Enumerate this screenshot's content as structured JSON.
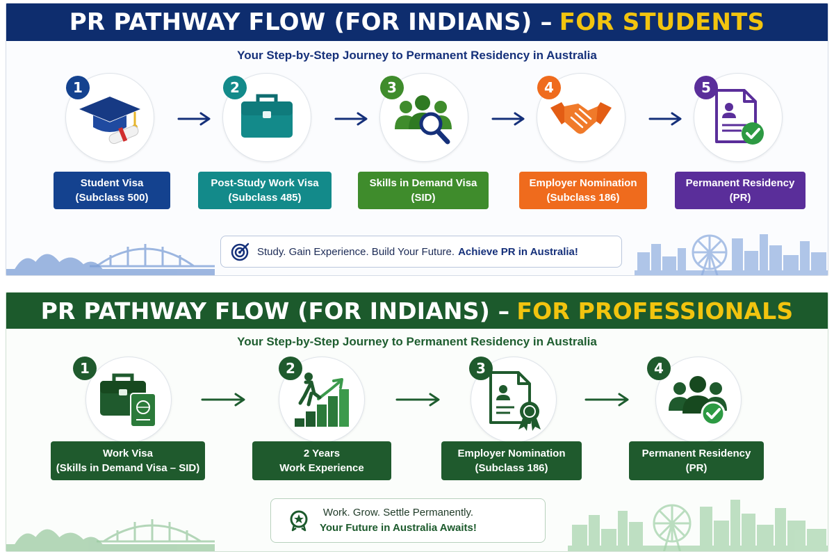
{
  "students": {
    "title_main": "PR PATHWAY FLOW (FOR INDIANS) –",
    "title_highlight": "FOR STUDENTS",
    "subtitle": "Your Step-by-Step Journey to Permanent Residency in Australia",
    "steps": [
      {
        "number": "1",
        "icon": "graduation-cap-icon",
        "line1": "Student Visa",
        "line2": "(Subclass 500)",
        "color": "#14428f"
      },
      {
        "number": "2",
        "icon": "briefcase-icon",
        "line1": "Post-Study Work Visa",
        "line2": "(Subclass 485)",
        "color": "#138a8a"
      },
      {
        "number": "3",
        "icon": "people-search-icon",
        "line1": "Skills in Demand Visa",
        "line2": "(SID)",
        "color": "#3f8c2c"
      },
      {
        "number": "4",
        "icon": "handshake-icon",
        "line1": "Employer Nomination",
        "line2": "(Subclass 186)",
        "color": "#ef6b1d"
      },
      {
        "number": "5",
        "icon": "pr-document-check-icon",
        "line1": "Permanent Residency",
        "line2": "(PR)",
        "color": "#5a2e9a"
      }
    ],
    "tagline_text": "Study. Gain Experience. Build Your Future.",
    "tagline_bold": "Achieve PR in Australia!",
    "colors": {
      "banner": "#0e2d6e",
      "highlight": "#f2c40f",
      "arrow": "#15307a"
    }
  },
  "professionals": {
    "title_main": "PR PATHWAY FLOW (FOR INDIANS) –",
    "title_highlight": "FOR PROFESSIONALS",
    "subtitle": "Your Step-by-Step Journey to Permanent Residency in Australia",
    "steps": [
      {
        "number": "1",
        "icon": "briefcase-passport-icon",
        "line1": "Work Visa",
        "line2": "(Skills in Demand Visa – SID)"
      },
      {
        "number": "2",
        "icon": "career-growth-icon",
        "line1": "2 Years",
        "line2": "Work Experience"
      },
      {
        "number": "3",
        "icon": "certificate-award-icon",
        "line1": "Employer Nomination",
        "line2": "(Subclass 186)"
      },
      {
        "number": "4",
        "icon": "people-check-icon",
        "line1": "Permanent Residency",
        "line2": "(PR)"
      }
    ],
    "tagline_line1": "Work. Grow. Settle Permanently.",
    "tagline_line2": "Your Future in Australia Awaits!",
    "colors": {
      "banner": "#1c5a2c",
      "highlight": "#f2c40f",
      "step": "#1f5a2d",
      "arrow": "#1e5d2f"
    }
  }
}
